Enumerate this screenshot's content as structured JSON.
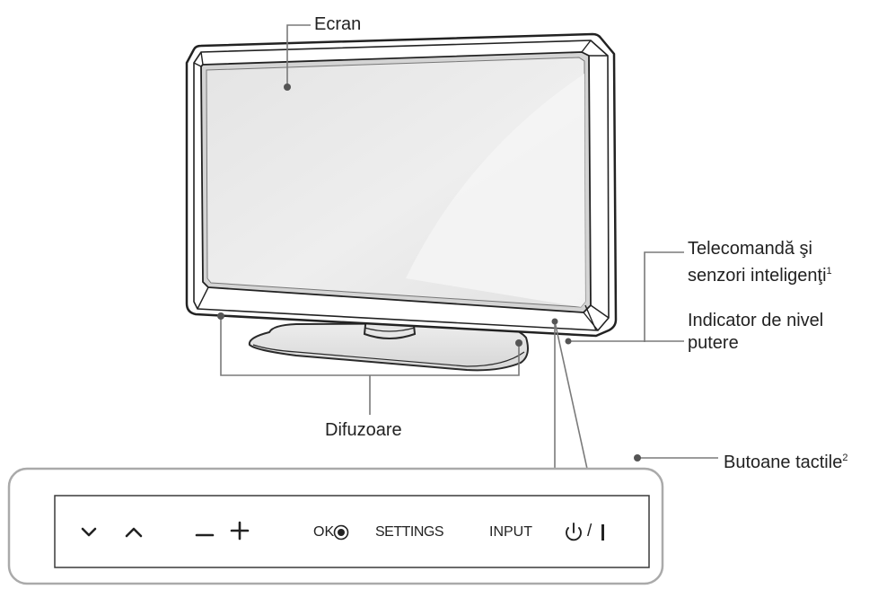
{
  "labels": {
    "screen": "Ecran",
    "remote_line1": "Telecomandă şi",
    "remote_line2": "senzori inteligenţi",
    "remote_sup": "1",
    "power_line1": "Indicator de nivel",
    "power_line2": "putere",
    "speakers": "Difuzoare",
    "touch": "Butoane tactile",
    "touch_sup": "2"
  },
  "buttons": {
    "ok": "OK",
    "settings": "SETTINGS",
    "input": "INPUT",
    "power_separator": "/"
  },
  "icons": [
    "chevron-down-icon",
    "chevron-up-icon",
    "minus-icon",
    "plus-icon",
    "radio-dot-icon",
    "power-icon"
  ]
}
